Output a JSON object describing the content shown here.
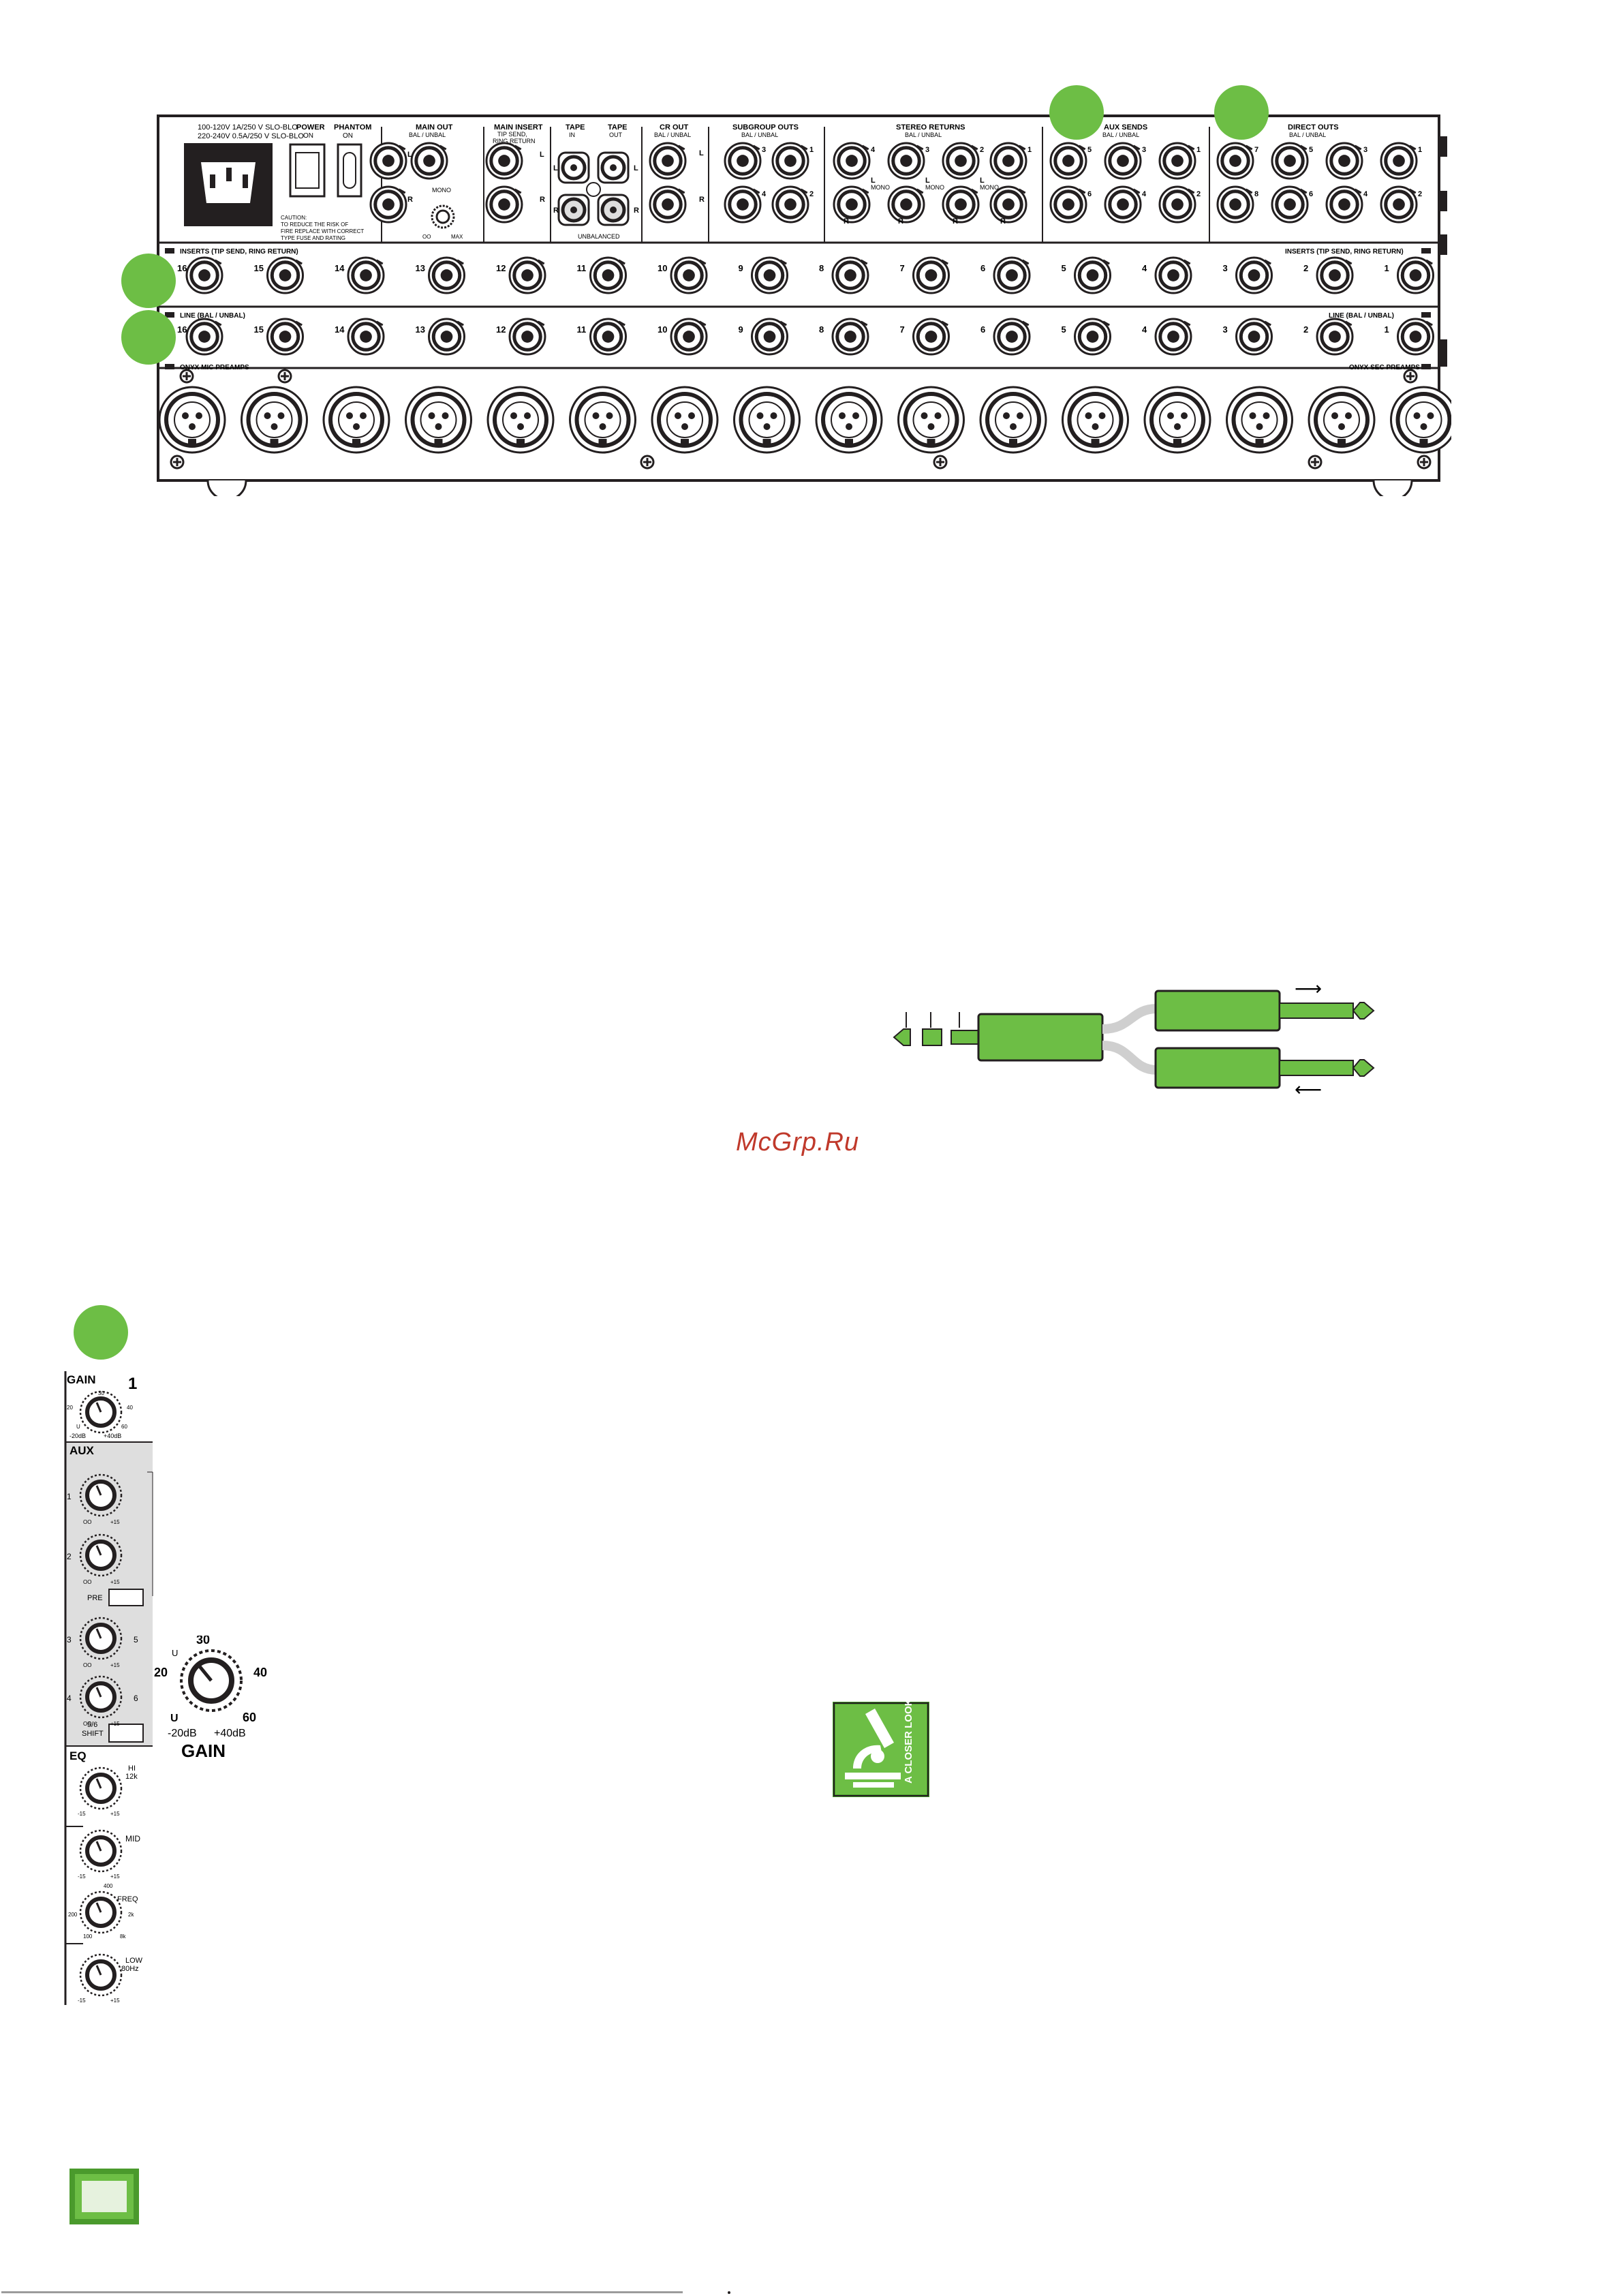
{
  "rear_panel": {
    "power_rating": [
      "100-120V  1A/250 V SLO-BLO",
      "220-240V  0.5A/250 V SLO-BLO"
    ],
    "caution_text": [
      "CAUTION:",
      "TO REDUCE THE RISK OF",
      "FIRE REPLACE WITH CORRECT",
      "TYPE FUSE AND RATING"
    ],
    "power": {
      "label": "POWER",
      "sub": "ON"
    },
    "phantom": {
      "label": "PHANTOM",
      "sub": "ON"
    },
    "main_out": {
      "label": "MAIN OUT",
      "sub": "BAL / UNBAL",
      "mono": "MONO",
      "knob_min": "OO",
      "knob_max": "MAX"
    },
    "main_insert": {
      "label": "MAIN INSERT",
      "sub1": "TIP SEND,",
      "sub2": "RING RETURN"
    },
    "tape": {
      "in": "TAPE",
      "in_sub": "IN",
      "out": "TAPE",
      "out_sub": "OUT",
      "unbalanced": "UNBALANCED"
    },
    "cr_out": {
      "label": "CR OUT",
      "sub": "BAL / UNBAL"
    },
    "subgroup_outs": {
      "label": "SUBGROUP OUTS",
      "sub": "BAL / UNBAL"
    },
    "stereo_returns": {
      "label": "STEREO RETURNS",
      "sub": "BAL / UNBAL",
      "mono": "MONO"
    },
    "aux_sends": {
      "label": "AUX SENDS",
      "sub": "BAL / UNBAL"
    },
    "direct_outs": {
      "label": "DIRECT OUTS",
      "sub": "BAL / UNBAL"
    },
    "inserts_label_left": "INSERTS (TIP SEND, RING RETURN)",
    "inserts_label_right": "INSERTS (TIP SEND, RING RETURN)",
    "line_label_left": "LINE (BAL / UNBAL)",
    "line_label_right": "LINE (BAL / UNBAL)",
    "preamps_left": "ONYX MIC PREAMPS",
    "preamps_right": "ONYX SEC PREAMPS",
    "channel_numbers": [
      "16",
      "15",
      "14",
      "13",
      "12",
      "11",
      "10",
      "9",
      "8",
      "7",
      "6",
      "5",
      "4",
      "3",
      "2",
      "1"
    ],
    "L": "L",
    "R": "R"
  },
  "watermark": "McGrp.Ru",
  "cable_diagram": {
    "arrow_out": "⟶",
    "arrow_in": "⟵"
  },
  "channel_strip": {
    "gain_label": "GAIN",
    "channel_number": "1",
    "gain_scale": {
      "u": "U",
      "a20": "20",
      "a30": "30",
      "a40": "40",
      "a60": "60",
      "min": "-20dB",
      "max": "+40dB"
    },
    "aux_label": "AUX",
    "aux_numbers": [
      "1",
      "2",
      "3",
      "4"
    ],
    "aux_right": [
      "5",
      "6"
    ],
    "pre_label": "PRE",
    "shift_label": [
      "5/6",
      "SHIFT"
    ],
    "eq_label": "EQ",
    "hi_label": [
      "HI",
      "12k"
    ],
    "mid_label": "MID",
    "freq_label": "FREQ",
    "freq_scale": {
      "f400": "400",
      "f100": "100",
      "f2k": "2k",
      "f8k": "8k",
      "f200": "200"
    },
    "low_label": [
      "LOW",
      "80Hz"
    ],
    "scale_min": "-15",
    "scale_max": "+15",
    "inf": "OO"
  },
  "gain_knob_large": {
    "label": "GAIN",
    "u_top": "U",
    "s20": "20",
    "s30": "30",
    "s40": "40",
    "s60": "60",
    "u_bottom": "U",
    "min": "-20dB",
    "max": "+40dB"
  },
  "closer_look_icon": {
    "text": "A CLOSER LOOK"
  },
  "colors": {
    "accent_green": "#6dbe45",
    "panel_ink": "#231f20",
    "watermark_red": "#c0392b"
  },
  "icons": [
    "iec-power-inlet-icon",
    "xlr-connector-icon",
    "trs-jack-icon",
    "rca-jack-icon",
    "microscope-icon",
    "insert-cable-icon"
  ]
}
